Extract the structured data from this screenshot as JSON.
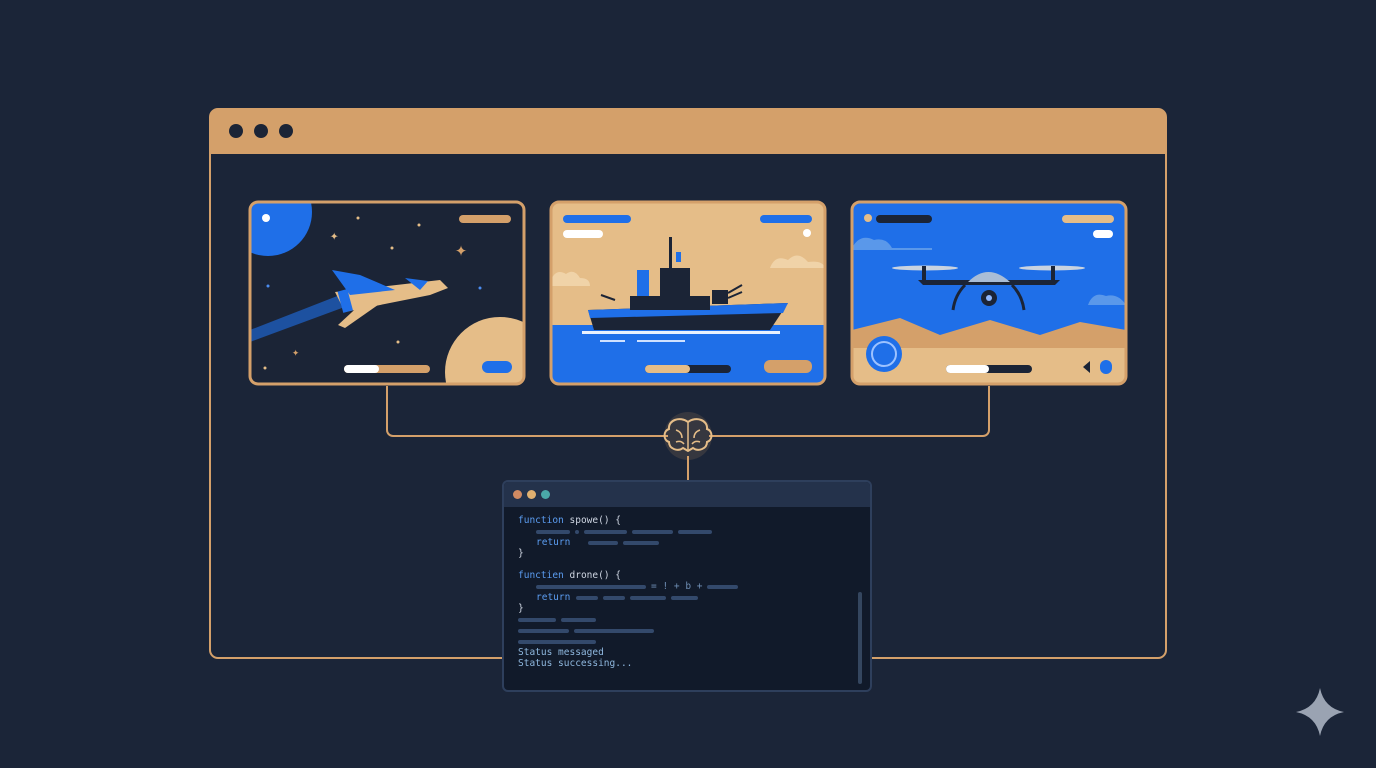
{
  "window": {
    "controls": [
      "close",
      "minimize",
      "maximize"
    ],
    "accent": "#d4a06a"
  },
  "cards": [
    {
      "name": "spaceship-panel",
      "icon": "jet-icon",
      "progress": 0.4
    },
    {
      "name": "ship-panel",
      "icon": "warship-icon",
      "progress": 0.5
    },
    {
      "name": "drone-panel",
      "icon": "drone-icon",
      "progress": 0.5
    }
  ],
  "hub": {
    "icon": "brain-icon"
  },
  "terminal": {
    "func1": {
      "keyword": "function",
      "name": "spowe() {",
      "ret": "return",
      "close": "}"
    },
    "func2": {
      "keyword": "functien",
      "name": "drone() {",
      "ret": "return",
      "close": "}",
      "expr": "= ! + b +"
    },
    "status": [
      "Status messaged",
      "Status successing..."
    ]
  },
  "colors": {
    "background": "#1b2538",
    "tan": "#e5bd88",
    "blue": "#1f6fe8",
    "dark": "#1b2436"
  },
  "corner_icon": "sparkle-icon"
}
